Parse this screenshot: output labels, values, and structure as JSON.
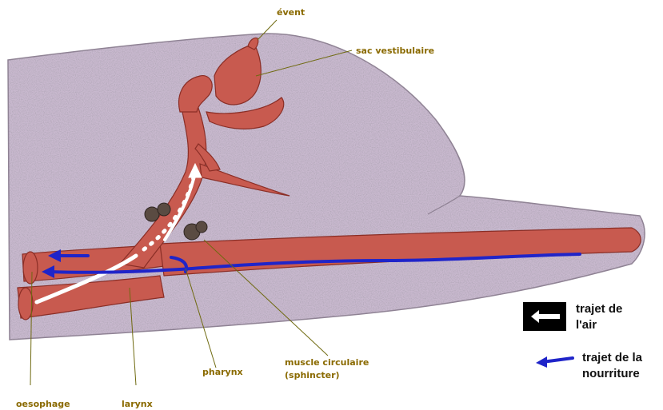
{
  "labels": {
    "event": "évent",
    "sac": "sac vestibulaire",
    "oesophage": "oesophage",
    "larynx": "larynx",
    "pharynx": "pharynx",
    "muscle_line1": "muscle circulaire",
    "muscle_line2": "(sphincter)"
  },
  "legend": {
    "air_line1": "trajet de",
    "air_line2": "l'air",
    "food_line1": "trajet de la",
    "food_line2": "nourriture"
  },
  "colors": {
    "head": "#c9b9cf",
    "organ": "#c85a4f",
    "air_path": "#ffffff",
    "food_path": "#1f24c9",
    "label_text": "#8a6a00",
    "leader_line": "#6f6a10"
  }
}
